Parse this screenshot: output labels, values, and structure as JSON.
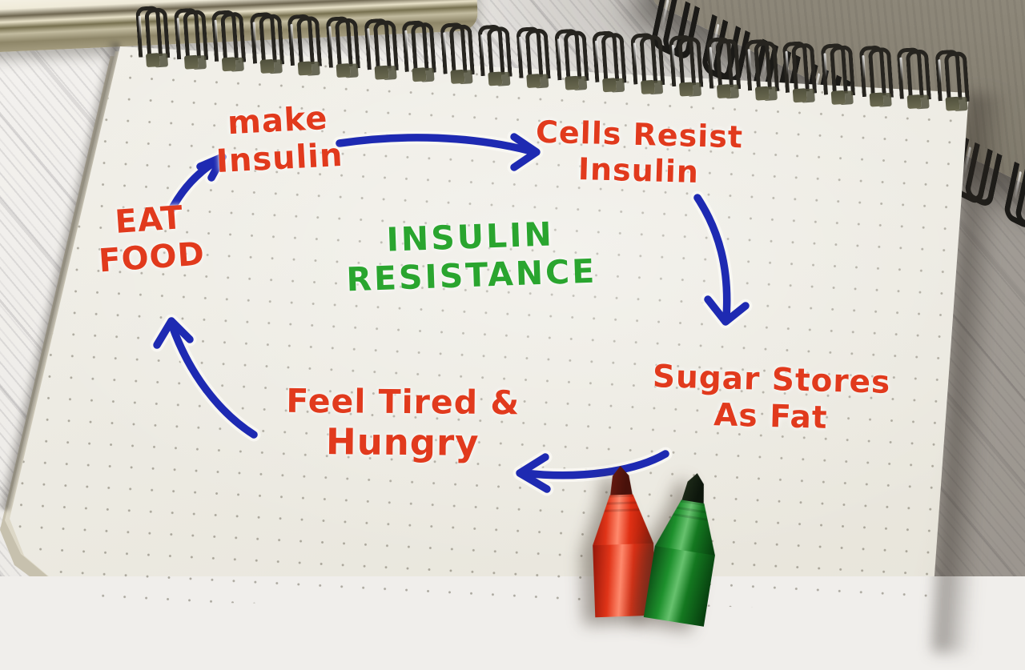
{
  "diagram": {
    "title": {
      "lines": [
        "INSULIN",
        "RESISTANCE"
      ]
    },
    "nodes": [
      {
        "id": "make-insulin",
        "lines": [
          "make",
          "Insulin"
        ]
      },
      {
        "id": "cells-resist-insulin",
        "lines": [
          "Cells Resist",
          "Insulin"
        ]
      },
      {
        "id": "sugar-stores-as-fat",
        "lines": [
          "Sugar Stores",
          "As Fat"
        ]
      },
      {
        "id": "feel-tired-hungry",
        "lines": [
          "Feel Tired &",
          "Hungry"
        ]
      },
      {
        "id": "eat-food",
        "lines": [
          "EAT",
          "FOOD"
        ]
      }
    ],
    "colors": {
      "node_ink": "#e13a1d",
      "title_ink": "#2aa52f",
      "arrow_ink": "#1e2ab2"
    }
  },
  "objects": {
    "paper_color": "#edebe3",
    "markers": [
      {
        "name": "red-marker",
        "color": "#e03418"
      },
      {
        "name": "green-marker",
        "color": "#1d8f2c"
      }
    ]
  }
}
